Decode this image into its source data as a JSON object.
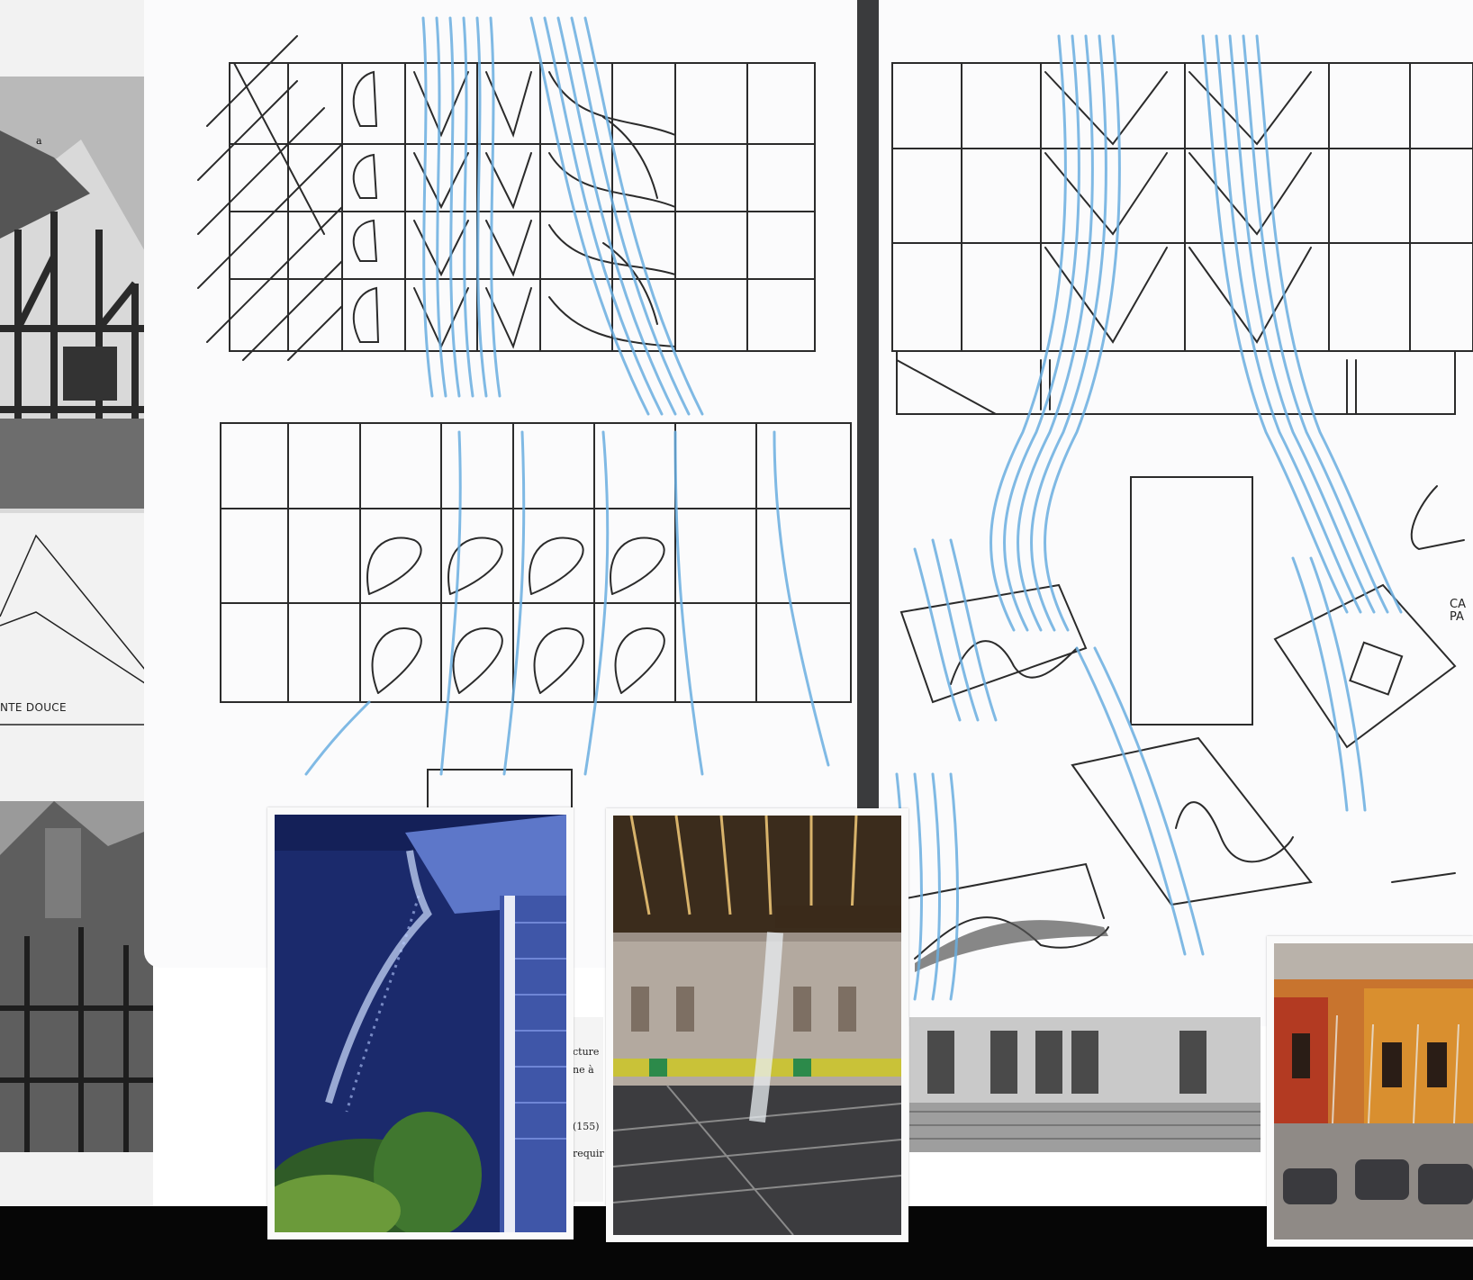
{
  "left_book": {
    "annotation_a": "a",
    "diagram_label": "NTE DOUCE"
  },
  "text_scrap": {
    "line_1": "cture",
    "line_2": "ne à",
    "line_3": "(155)",
    "line_4": "requir"
  },
  "handwritten_note": {
    "line_1": "CA",
    "line_2": "PA"
  },
  "colors": {
    "sketch_ink": "#2b2b2b",
    "sketch_blue": "#6aaee0",
    "spine": "#3a3b3d",
    "background_band": "#060606"
  },
  "photos": [
    {
      "subject": "water pouring from a roof gutter against a night sky"
    },
    {
      "subject": "water falling from a canopy in front of a historic building"
    },
    {
      "subject": "black and white facade of a classical building"
    },
    {
      "subject": "rain falling from roof spouts on a colourful street"
    }
  ]
}
